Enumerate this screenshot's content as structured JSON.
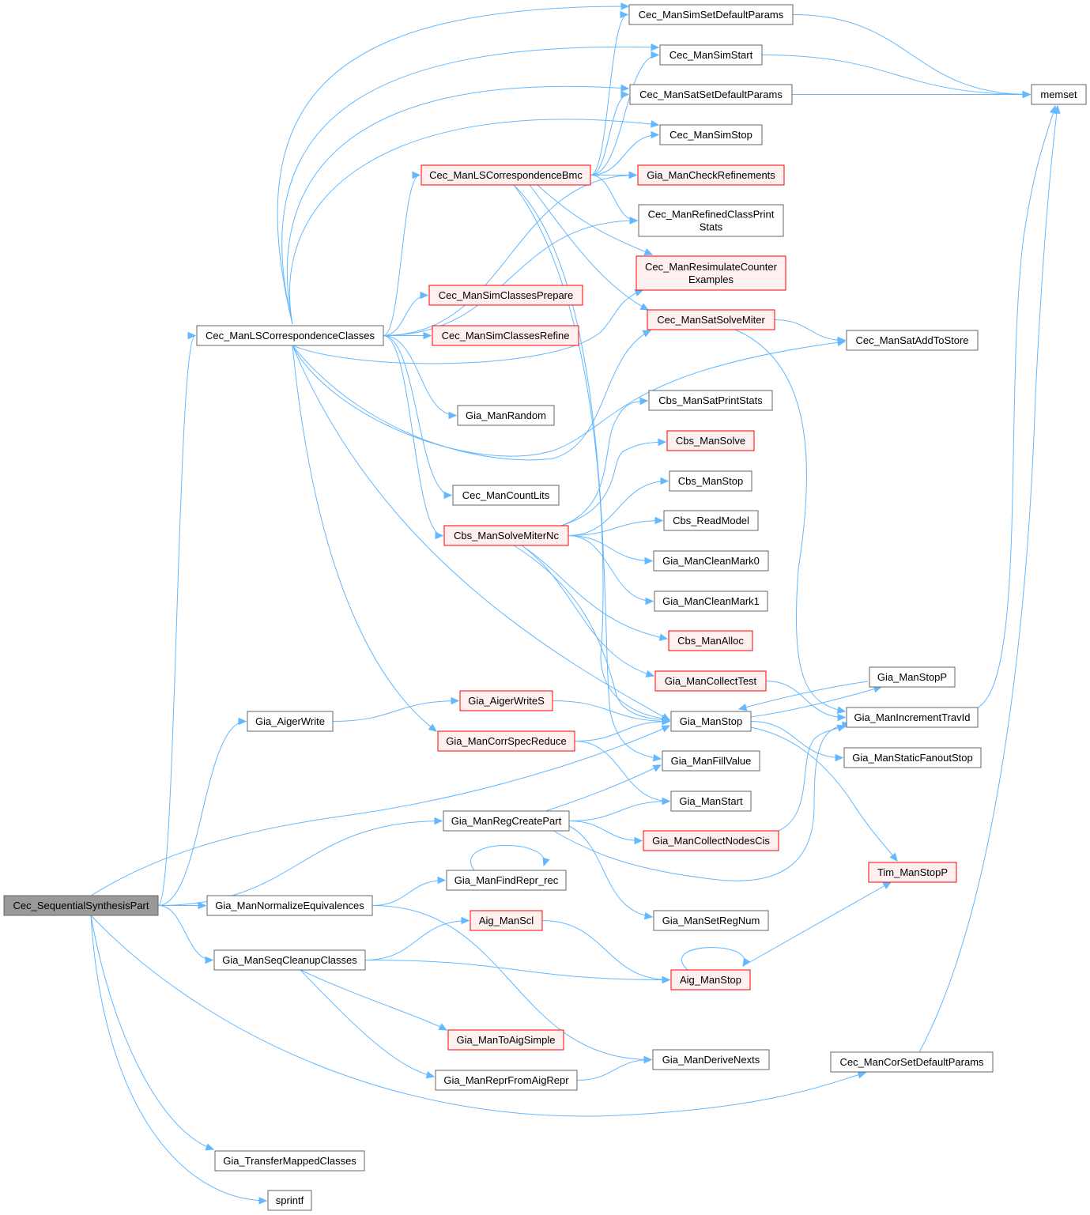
{
  "colors": {
    "edge": "#63b8ff",
    "node_border": "#666666",
    "node_fill": "#ffffff",
    "error_node_border": "#ff0000",
    "error_node_fill": "#fff0f0",
    "root_fill": "#999999"
  },
  "nodes": [
    {
      "id": "root",
      "label": [
        "Cec_SequentialSynthesisPart"
      ],
      "style": "root"
    },
    {
      "id": "lsclasses",
      "label": [
        "Cec_ManLSCorrespondenceClasses"
      ],
      "style": "normal"
    },
    {
      "id": "aigerwrite",
      "label": [
        "Gia_AigerWrite"
      ],
      "style": "normal"
    },
    {
      "id": "normeq",
      "label": [
        "Gia_ManNormalizeEquivalences"
      ],
      "style": "normal"
    },
    {
      "id": "seqcleanup",
      "label": [
        "Gia_ManSeqCleanupClasses"
      ],
      "style": "normal"
    },
    {
      "id": "transfer",
      "label": [
        "Gia_TransferMappedClasses"
      ],
      "style": "normal"
    },
    {
      "id": "sprintf",
      "label": [
        "sprintf"
      ],
      "style": "normal"
    },
    {
      "id": "lsbmc",
      "label": [
        "Cec_ManLSCorrespondenceBmc"
      ],
      "style": "red"
    },
    {
      "id": "simprep",
      "label": [
        "Cec_ManSimClassesPrepare"
      ],
      "style": "red"
    },
    {
      "id": "simrefine",
      "label": [
        "Cec_ManSimClassesRefine"
      ],
      "style": "red"
    },
    {
      "id": "random",
      "label": [
        "Gia_ManRandom"
      ],
      "style": "normal"
    },
    {
      "id": "countlits",
      "label": [
        "Cec_ManCountLits"
      ],
      "style": "normal"
    },
    {
      "id": "solvemiternc",
      "label": [
        "Cbs_ManSolveMiterNc"
      ],
      "style": "red"
    },
    {
      "id": "aigerwrites",
      "label": [
        "Gia_AigerWriteS"
      ],
      "style": "red"
    },
    {
      "id": "corrspec",
      "label": [
        "Gia_ManCorrSpecReduce"
      ],
      "style": "red"
    },
    {
      "id": "regcreate",
      "label": [
        "Gia_ManRegCreatePart"
      ],
      "style": "normal"
    },
    {
      "id": "findrepr",
      "label": [
        "Gia_ManFindRepr_rec"
      ],
      "style": "normal"
    },
    {
      "id": "aigscl",
      "label": [
        "Aig_ManScl"
      ],
      "style": "red"
    },
    {
      "id": "toaigsimple",
      "label": [
        "Gia_ManToAigSimple"
      ],
      "style": "red"
    },
    {
      "id": "reprfrom",
      "label": [
        "Gia_ManReprFromAigRepr"
      ],
      "style": "normal"
    },
    {
      "id": "simsetdef",
      "label": [
        "Cec_ManSimSetDefaultParams"
      ],
      "style": "normal"
    },
    {
      "id": "simstart",
      "label": [
        "Cec_ManSimStart"
      ],
      "style": "normal"
    },
    {
      "id": "satsetdef",
      "label": [
        "Cec_ManSatSetDefaultParams"
      ],
      "style": "normal"
    },
    {
      "id": "simstop",
      "label": [
        "Cec_ManSimStop"
      ],
      "style": "normal"
    },
    {
      "id": "checkref",
      "label": [
        "Gia_ManCheckRefinements"
      ],
      "style": "red"
    },
    {
      "id": "refinedprint",
      "label": [
        "Cec_ManRefinedClassPrint",
        "Stats"
      ],
      "style": "normal"
    },
    {
      "id": "resim",
      "label": [
        "Cec_ManResimulateCounter",
        "Examples"
      ],
      "style": "red"
    },
    {
      "id": "satsolvemiter",
      "label": [
        "Cec_ManSatSolveMiter"
      ],
      "style": "red"
    },
    {
      "id": "satprintstats",
      "label": [
        "Cbs_ManSatPrintStats"
      ],
      "style": "normal"
    },
    {
      "id": "cbssolve",
      "label": [
        "Cbs_ManSolve"
      ],
      "style": "red"
    },
    {
      "id": "cbsstop",
      "label": [
        "Cbs_ManStop"
      ],
      "style": "normal"
    },
    {
      "id": "readmodel",
      "label": [
        "Cbs_ReadModel"
      ],
      "style": "normal"
    },
    {
      "id": "cleanmark0",
      "label": [
        "Gia_ManCleanMark0"
      ],
      "style": "normal"
    },
    {
      "id": "cleanmark1",
      "label": [
        "Gia_ManCleanMark1"
      ],
      "style": "normal"
    },
    {
      "id": "cbsalloc",
      "label": [
        "Cbs_ManAlloc"
      ],
      "style": "red"
    },
    {
      "id": "collecttest",
      "label": [
        "Gia_ManCollectTest"
      ],
      "style": "red"
    },
    {
      "id": "giastop",
      "label": [
        "Gia_ManStop"
      ],
      "style": "normal"
    },
    {
      "id": "fillvalue",
      "label": [
        "Gia_ManFillValue"
      ],
      "style": "normal"
    },
    {
      "id": "giastart",
      "label": [
        "Gia_ManStart"
      ],
      "style": "normal"
    },
    {
      "id": "collectnodes",
      "label": [
        "Gia_ManCollectNodesCis"
      ],
      "style": "red"
    },
    {
      "id": "setregnum",
      "label": [
        "Gia_ManSetRegNum"
      ],
      "style": "normal"
    },
    {
      "id": "aigstop",
      "label": [
        "Aig_ManStop"
      ],
      "style": "red"
    },
    {
      "id": "derivenexts",
      "label": [
        "Gia_ManDeriveNexts"
      ],
      "style": "normal"
    },
    {
      "id": "memset",
      "label": [
        "memset"
      ],
      "style": "normal"
    },
    {
      "id": "sataddstore",
      "label": [
        "Cec_ManSatAddToStore"
      ],
      "style": "normal"
    },
    {
      "id": "stopp",
      "label": [
        "Gia_ManStopP"
      ],
      "style": "normal"
    },
    {
      "id": "inctravid",
      "label": [
        "Gia_ManIncrementTravId"
      ],
      "style": "normal"
    },
    {
      "id": "staticfanout",
      "label": [
        "Gia_ManStaticFanoutStop"
      ],
      "style": "normal"
    },
    {
      "id": "timstopp",
      "label": [
        "Tim_ManStopP"
      ],
      "style": "red"
    },
    {
      "id": "corsetdef",
      "label": [
        "Cec_ManCorSetDefaultParams"
      ],
      "style": "normal"
    }
  ],
  "edges": [
    [
      "root",
      "lsclasses"
    ],
    [
      "root",
      "aigerwrite"
    ],
    [
      "root",
      "giastop"
    ],
    [
      "root",
      "regcreate"
    ],
    [
      "root",
      "normeq"
    ],
    [
      "root",
      "seqcleanup"
    ],
    [
      "root",
      "corsetdef"
    ],
    [
      "root",
      "transfer"
    ],
    [
      "root",
      "sprintf"
    ],
    [
      "lsclasses",
      "simsetdef"
    ],
    [
      "lsclasses",
      "simstart"
    ],
    [
      "lsclasses",
      "satsetdef"
    ],
    [
      "lsclasses",
      "simstop"
    ],
    [
      "lsclasses",
      "lsbmc"
    ],
    [
      "lsclasses",
      "checkref"
    ],
    [
      "lsclasses",
      "refinedprint"
    ],
    [
      "lsclasses",
      "simprep"
    ],
    [
      "lsclasses",
      "simrefine"
    ],
    [
      "lsclasses",
      "resim"
    ],
    [
      "lsclasses",
      "sataddstore"
    ],
    [
      "lsclasses",
      "random"
    ],
    [
      "lsclasses",
      "satsolvemiter"
    ],
    [
      "lsclasses",
      "countlits"
    ],
    [
      "lsclasses",
      "solvemiternc"
    ],
    [
      "lsclasses",
      "giastop"
    ],
    [
      "lsclasses",
      "corrspec"
    ],
    [
      "lsbmc",
      "simsetdef"
    ],
    [
      "lsbmc",
      "simstart"
    ],
    [
      "lsbmc",
      "satsetdef"
    ],
    [
      "lsbmc",
      "simstop"
    ],
    [
      "lsbmc",
      "checkref"
    ],
    [
      "lsbmc",
      "refinedprint"
    ],
    [
      "lsbmc",
      "resim"
    ],
    [
      "lsbmc",
      "satsolvemiter"
    ],
    [
      "lsbmc",
      "giastop"
    ],
    [
      "lsbmc",
      "fillvalue"
    ],
    [
      "solvemiternc",
      "satprintstats"
    ],
    [
      "solvemiternc",
      "cbssolve"
    ],
    [
      "solvemiternc",
      "cbsstop"
    ],
    [
      "solvemiternc",
      "readmodel"
    ],
    [
      "solvemiternc",
      "cleanmark0"
    ],
    [
      "solvemiternc",
      "cleanmark1"
    ],
    [
      "solvemiternc",
      "cbsalloc"
    ],
    [
      "solvemiternc",
      "collecttest"
    ],
    [
      "solvemiternc",
      "giastop"
    ],
    [
      "aigerwrite",
      "aigerwrites"
    ],
    [
      "aigerwrites",
      "giastop"
    ],
    [
      "corrspec",
      "giastop"
    ],
    [
      "corrspec",
      "giastart"
    ],
    [
      "regcreate",
      "fillvalue"
    ],
    [
      "regcreate",
      "giastart"
    ],
    [
      "regcreate",
      "collectnodes"
    ],
    [
      "regcreate",
      "inctravid"
    ],
    [
      "regcreate",
      "setregnum"
    ],
    [
      "normeq",
      "findrepr"
    ],
    [
      "normeq",
      "derivenexts"
    ],
    [
      "findrepr",
      "findrepr"
    ],
    [
      "seqcleanup",
      "aigscl"
    ],
    [
      "seqcleanup",
      "aigstop"
    ],
    [
      "seqcleanup",
      "toaigsimple"
    ],
    [
      "seqcleanup",
      "reprfrom"
    ],
    [
      "aigscl",
      "aigstop"
    ],
    [
      "aigstop",
      "aigstop"
    ],
    [
      "aigstop",
      "timstopp"
    ],
    [
      "reprfrom",
      "derivenexts"
    ],
    [
      "simsetdef",
      "memset"
    ],
    [
      "simstart",
      "memset"
    ],
    [
      "satsetdef",
      "memset"
    ],
    [
      "satsolvemiter",
      "sataddstore"
    ],
    [
      "satsolvemiter",
      "inctravid"
    ],
    [
      "collecttest",
      "inctravid"
    ],
    [
      "collectnodes",
      "inctravid"
    ],
    [
      "giastop",
      "stopp"
    ],
    [
      "giastop",
      "staticfanout"
    ],
    [
      "giastop",
      "timstopp"
    ],
    [
      "stopp",
      "giastop"
    ],
    [
      "inctravid",
      "memset"
    ],
    [
      "corsetdef",
      "memset"
    ]
  ]
}
